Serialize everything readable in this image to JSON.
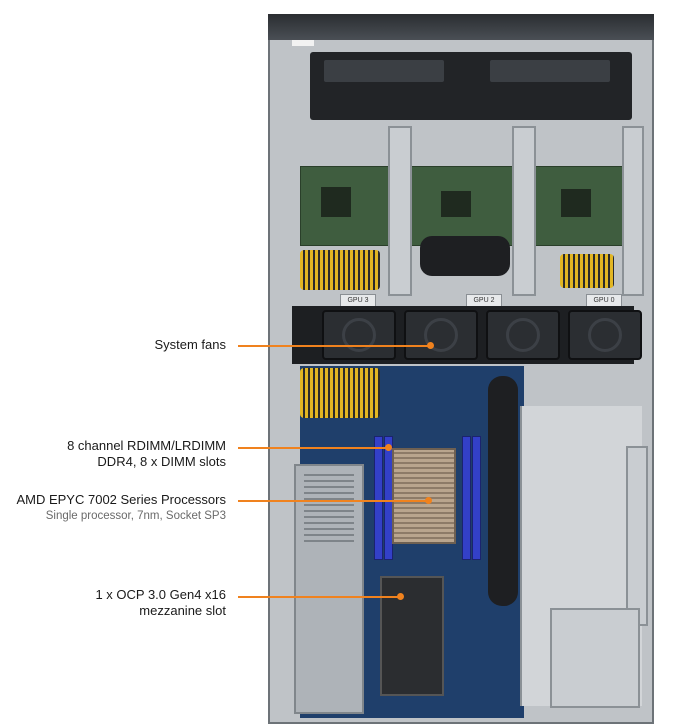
{
  "callouts": [
    {
      "lines": [
        "System fans"
      ]
    },
    {
      "lines": [
        "8 channel RDIMM/LRDIMM",
        "DDR4, 8 x DIMM slots"
      ]
    },
    {
      "lines": [
        "AMD EPYC 7002 Series Processors"
      ],
      "sub": "Single processor, 7nm, Socket SP3"
    },
    {
      "lines": [
        "1 x OCP 3.0 Gen4 x16",
        "mezzanine slot"
      ]
    }
  ],
  "colors": {
    "accent": "#f0821e",
    "chassis": "#bfc3c7",
    "motherboard": "#1f3f6b",
    "dimm": "#3340c8"
  }
}
